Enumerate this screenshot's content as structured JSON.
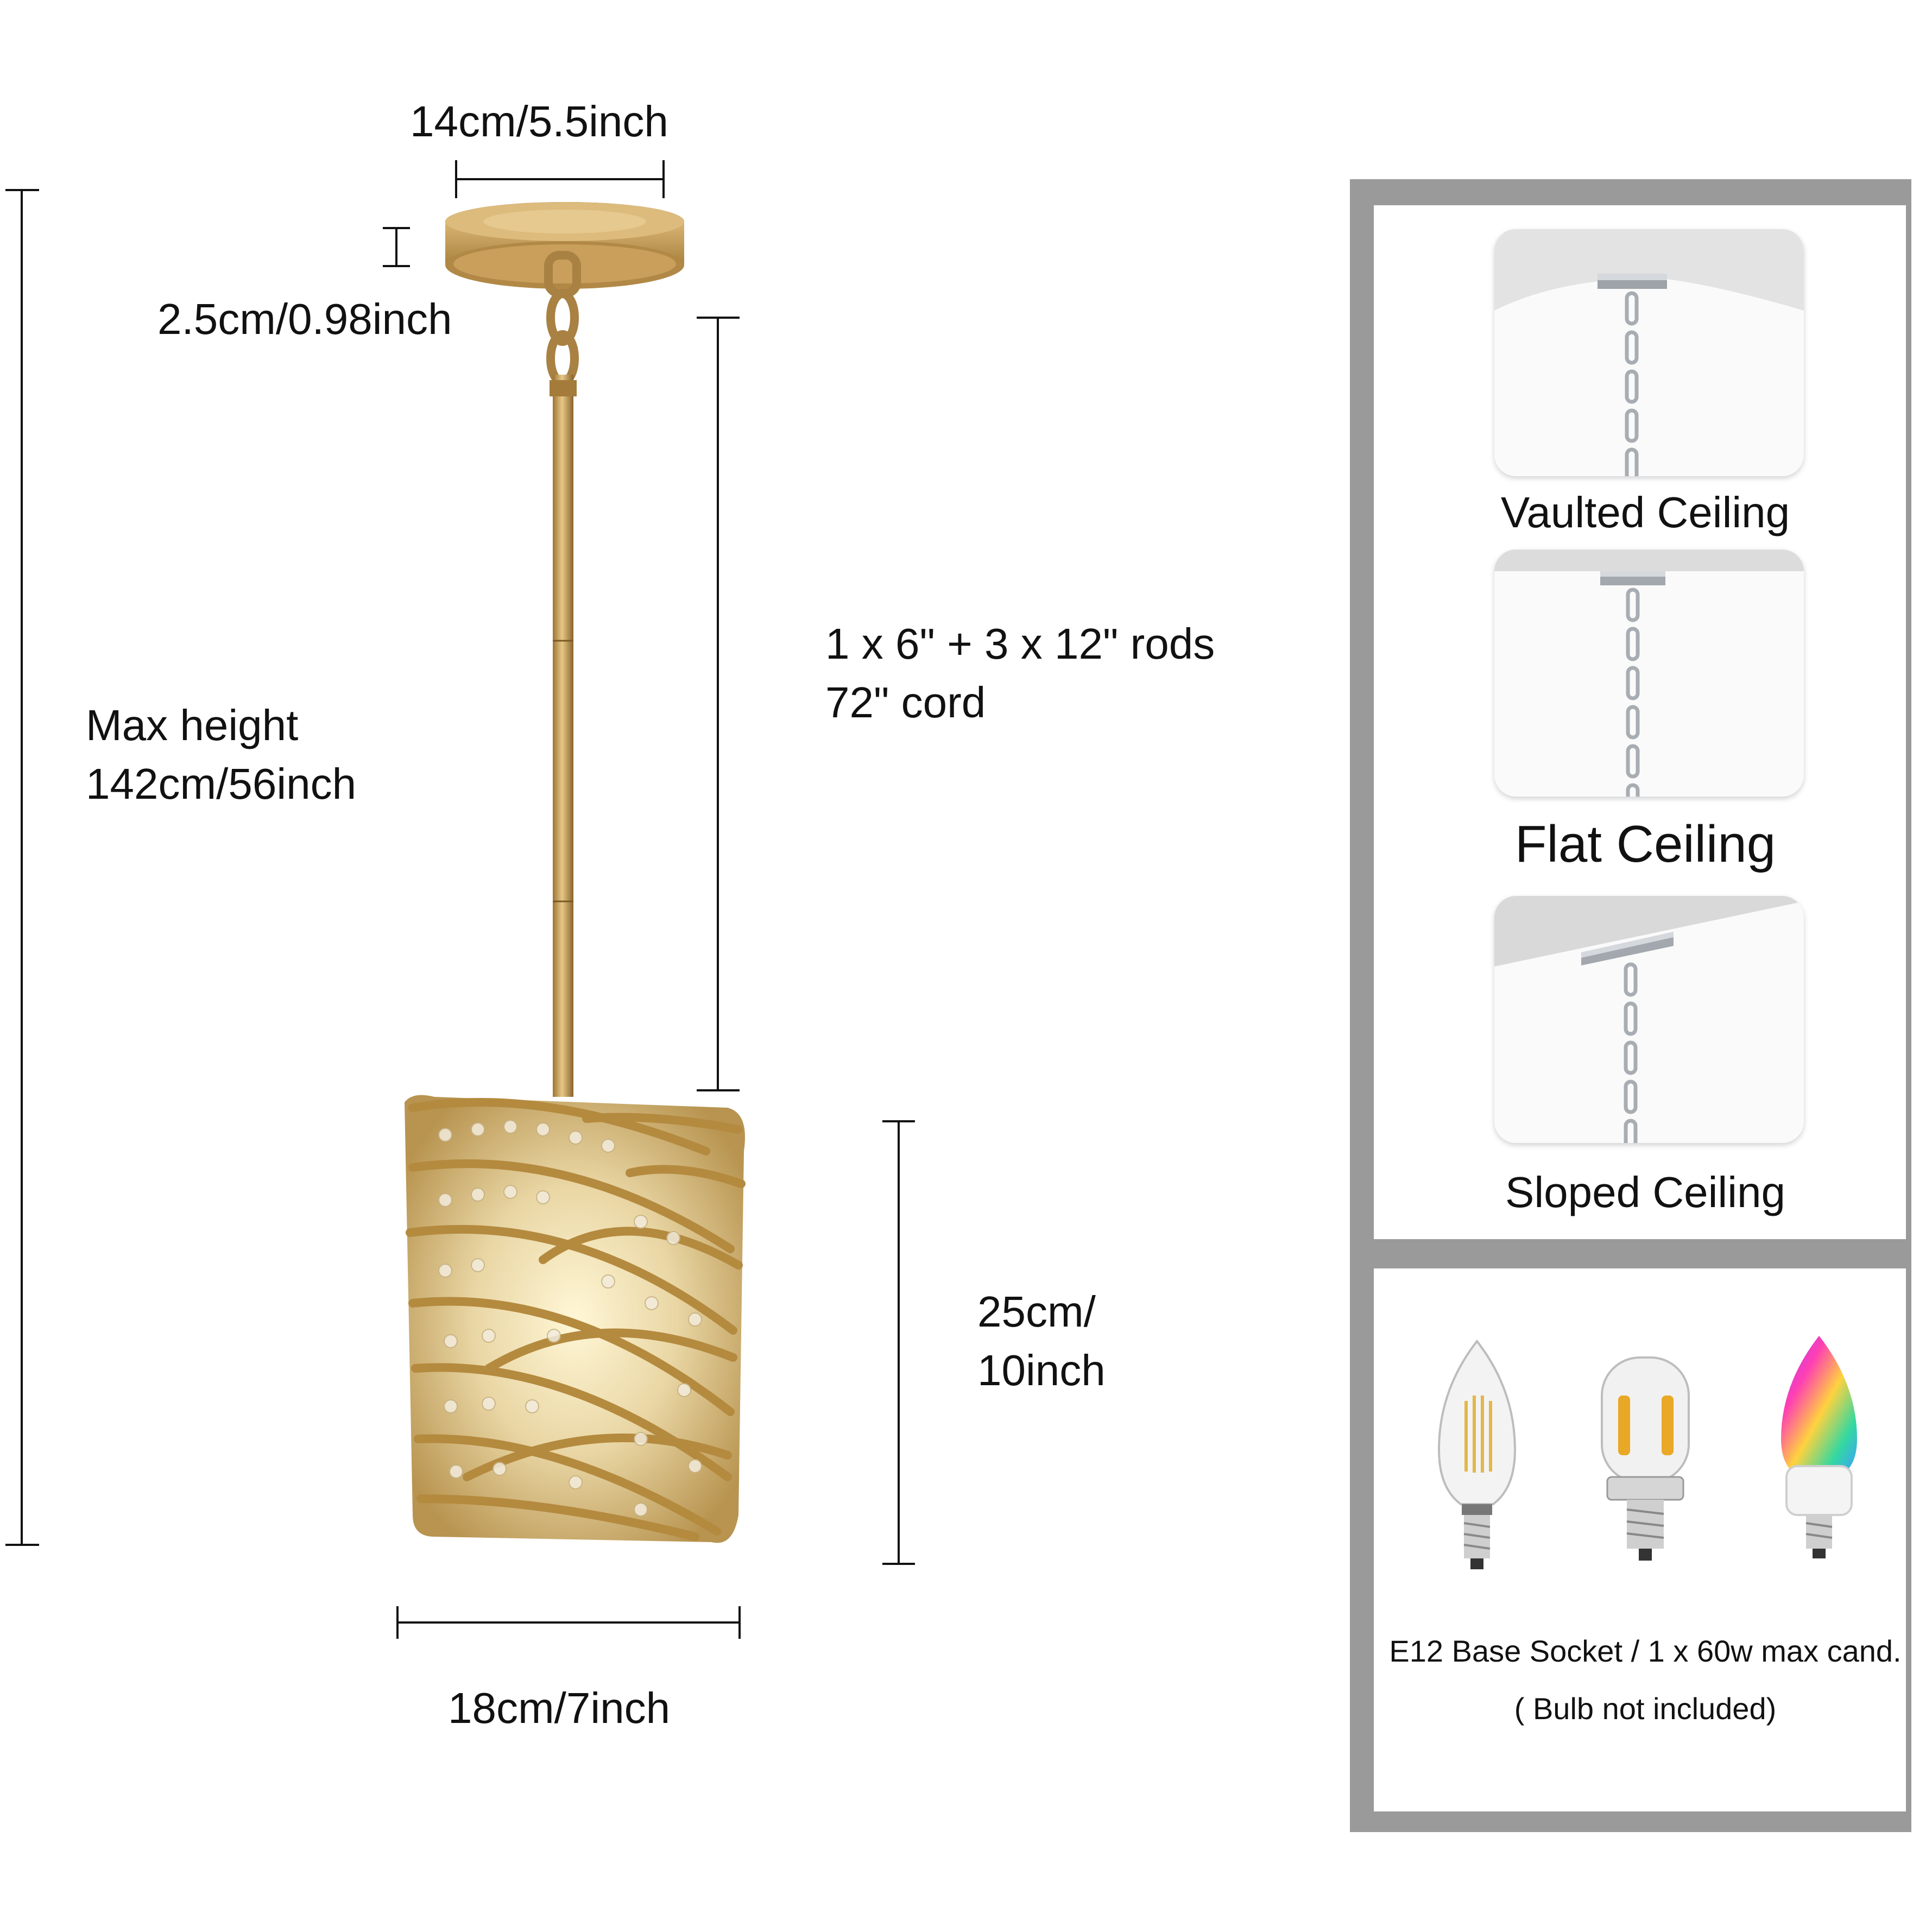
{
  "dimensions": {
    "canopy_width": "14cm/5.5inch",
    "canopy_height": "2.5cm/0.98inch",
    "max_height_line1": "Max height",
    "max_height_line2": "142cm/56inch",
    "rods_line1": "1 x 6\" + 3 x 12\" rods",
    "rods_line2": "72\" cord",
    "shade_height_line1": "25cm/",
    "shade_height_line2": "10inch",
    "shade_width": "18cm/7inch"
  },
  "installation_panel": {
    "options": [
      {
        "label": "Vaulted Ceiling"
      },
      {
        "label": "Flat Ceiling"
      },
      {
        "label": "Sloped Ceiling"
      }
    ]
  },
  "bulb_panel": {
    "socket_text": "E12 Base Socket / 1 x 60w max cand.",
    "note_text": "( Bulb not included)"
  },
  "colors": {
    "brass": "#c9a15a",
    "brass_dark": "#8c6a2f",
    "panel_border": "#9a9a9a",
    "chrome": "#b8bcc2"
  }
}
